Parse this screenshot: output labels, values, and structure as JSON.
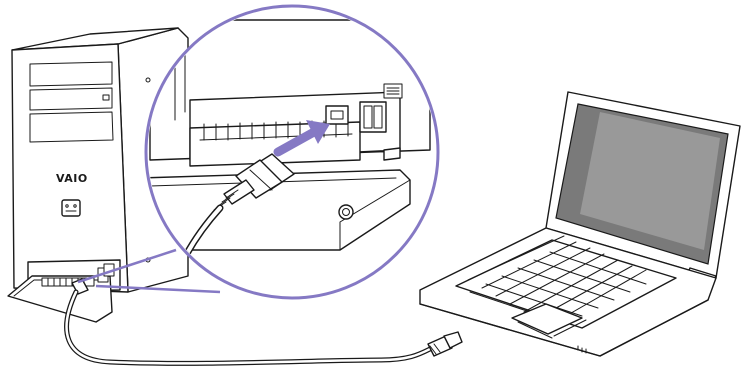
{
  "diagram": {
    "brand_label": "VAIO",
    "accent_color": "#8579c4",
    "parts": [
      {
        "name": "desktop-tower",
        "icon": "computer-tower"
      },
      {
        "name": "zoom-magnifier-circle",
        "icon": "magnifier"
      },
      {
        "name": "i-link-port",
        "icon": "ieee1394-port"
      },
      {
        "name": "i-link-cable",
        "icon": "cable"
      },
      {
        "name": "notebook-computer",
        "icon": "laptop"
      },
      {
        "name": "insert-arrow",
        "icon": "arrow-right"
      }
    ]
  }
}
